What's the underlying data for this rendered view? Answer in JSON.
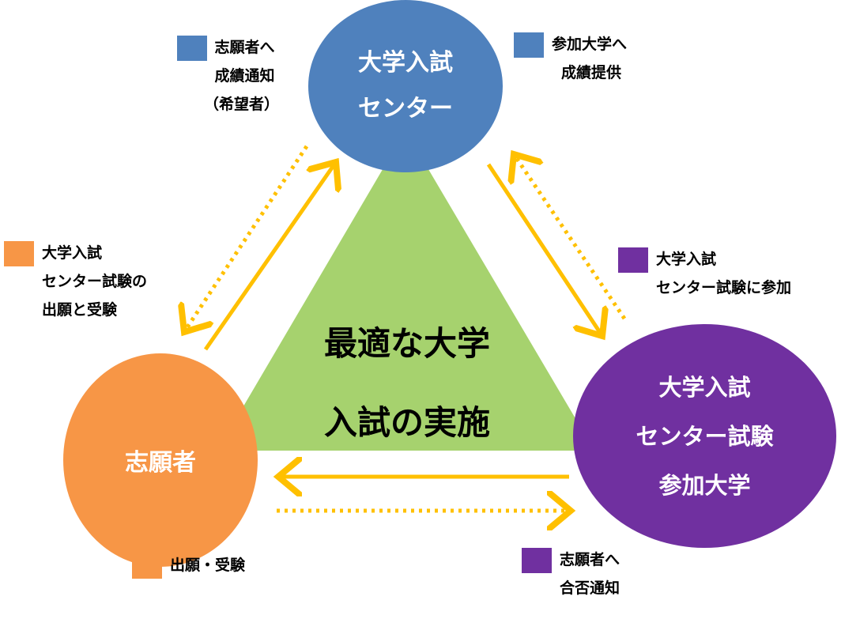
{
  "center": {
    "line1": "最適な大学",
    "line2": "入試の実施"
  },
  "nodes": {
    "center_org": {
      "line1": "大学入試",
      "line2": "センター",
      "color": "#4f81bd"
    },
    "applicant": {
      "line1": "志願者",
      "color": "#f79646"
    },
    "university": {
      "line1": "大学入試",
      "line2": "センター試験",
      "line3": "参加大学",
      "color": "#7030a0"
    }
  },
  "triangle_color": "#a6d26e",
  "arrow_color": "#ffc000",
  "labels": {
    "center_to_applicant": {
      "lines": [
        "志願者へ",
        "成績通知",
        "（希望者）"
      ],
      "color": "#4f81bd"
    },
    "center_to_university": {
      "lines": [
        "参加大学へ",
        "成績提供"
      ],
      "color": "#4f81bd"
    },
    "applicant_to_center": {
      "lines": [
        "大学入試",
        "センター試験の",
        "出願と受験"
      ],
      "color": "#f79646"
    },
    "university_to_center": {
      "lines": [
        "大学入試",
        "センター試験に参加"
      ],
      "color": "#7030a0"
    },
    "applicant_to_university": {
      "lines": [
        "出願・受験"
      ],
      "color": "#f79646"
    },
    "university_to_applicant": {
      "lines": [
        "志願者へ",
        "合否通知"
      ],
      "color": "#7030a0"
    }
  }
}
